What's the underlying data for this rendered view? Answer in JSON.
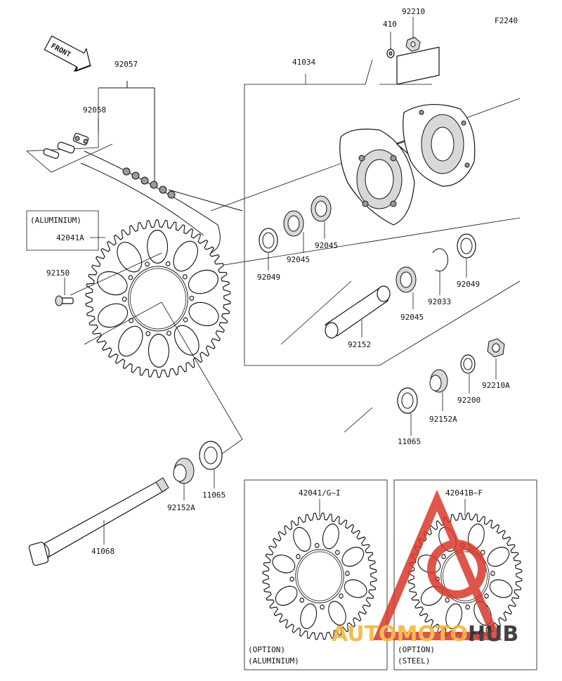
{
  "diagram_code": "F2240",
  "front_label": "FRONT",
  "parts": {
    "p92210": "92210",
    "p410": "410",
    "p41034": "41034",
    "p92057": "92057",
    "p92058": "92058",
    "aluminium_tag": "(ALUMINIUM)",
    "p42041A": "42041A",
    "p92150": "92150",
    "p92049_a": "92049",
    "p92045_a": "92045",
    "p92045_b": "92045",
    "p92049_b": "92049",
    "p92033": "92033",
    "p92045_c": "92045",
    "p92152": "92152",
    "p92210A": "92210A",
    "p92200": "92200",
    "p92152A_a": "92152A",
    "p11065_a": "11065",
    "p11065_b": "11065",
    "p92152A_b": "92152A",
    "p41068": "41068"
  },
  "options": {
    "left": {
      "part": "42041/G~I",
      "line1": "(OPTION)",
      "line2": "(ALUMINIUM)"
    },
    "right": {
      "part": "42041B~F",
      "line1": "(OPTION)",
      "line2": "(STEEL)"
    }
  },
  "watermark": {
    "part1": "AUTOMOTO",
    "part2": "HUB",
    "color1": "#f2b233",
    "color2": "#222222",
    "logo_color": "#d9382c"
  }
}
